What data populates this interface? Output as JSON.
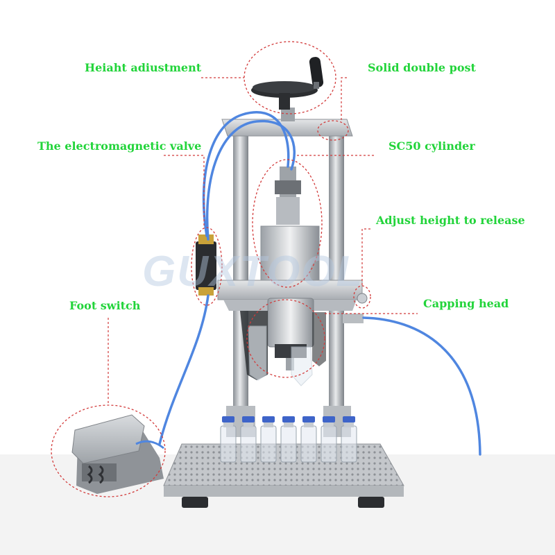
{
  "labels": {
    "height_adjustment": "Heiaht adiustment",
    "solid_double_post": "Solid double post",
    "electromagnetic_valve": "The electromagnetic valve",
    "sc50_cylinder": "SC50 cylinder",
    "adjust_height": "Adjust height to release",
    "capping_head": "Capping head",
    "foot_switch": "Foot switch"
  },
  "watermark": "GUXTOOL",
  "colors": {
    "label_text": "#22d43a",
    "callout_line": "#d23a3a",
    "tube_blue": "#4f86e0",
    "frame_metal": "#c9cdd2",
    "background": "#ffffff"
  },
  "vials": {
    "count": 7,
    "cap_color": "#3e64c9"
  }
}
